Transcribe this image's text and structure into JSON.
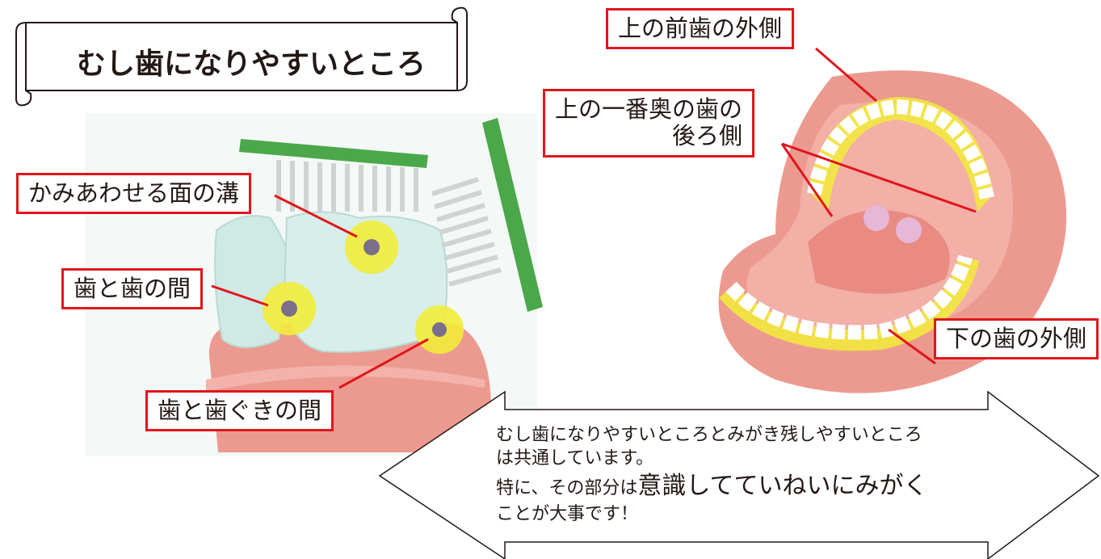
{
  "title": "むし歯になりやすいところ",
  "left_diagram": {
    "labels": {
      "biting_grooves": "かみあわせる面の溝",
      "between_teeth": "歯と歯の間",
      "tooth_gum_border": "歯と歯ぐきの間"
    }
  },
  "right_diagram": {
    "labels": {
      "upper_front_outer": "上の前歯の外側",
      "upper_back_line1": "上の一番奥の歯の",
      "upper_back_line2": "後ろ側",
      "lower_outer": "下の歯の外側"
    }
  },
  "message": {
    "line1": "むし歯になりやすいところとみがき残しやすいところ",
    "line2": "は共通しています。",
    "line3_prefix": "特に、その部分は",
    "line3_emphasis": "意識してていねいにみがく",
    "line4": "ことが大事です！"
  },
  "colors": {
    "label_border": "#e0161c",
    "leader_line": "#e0161c",
    "toothbrush": "#4aa84a",
    "plaque_highlight": "#f2ec3a",
    "gum": "#ec9a90",
    "tooth": "#cfe9e4"
  }
}
